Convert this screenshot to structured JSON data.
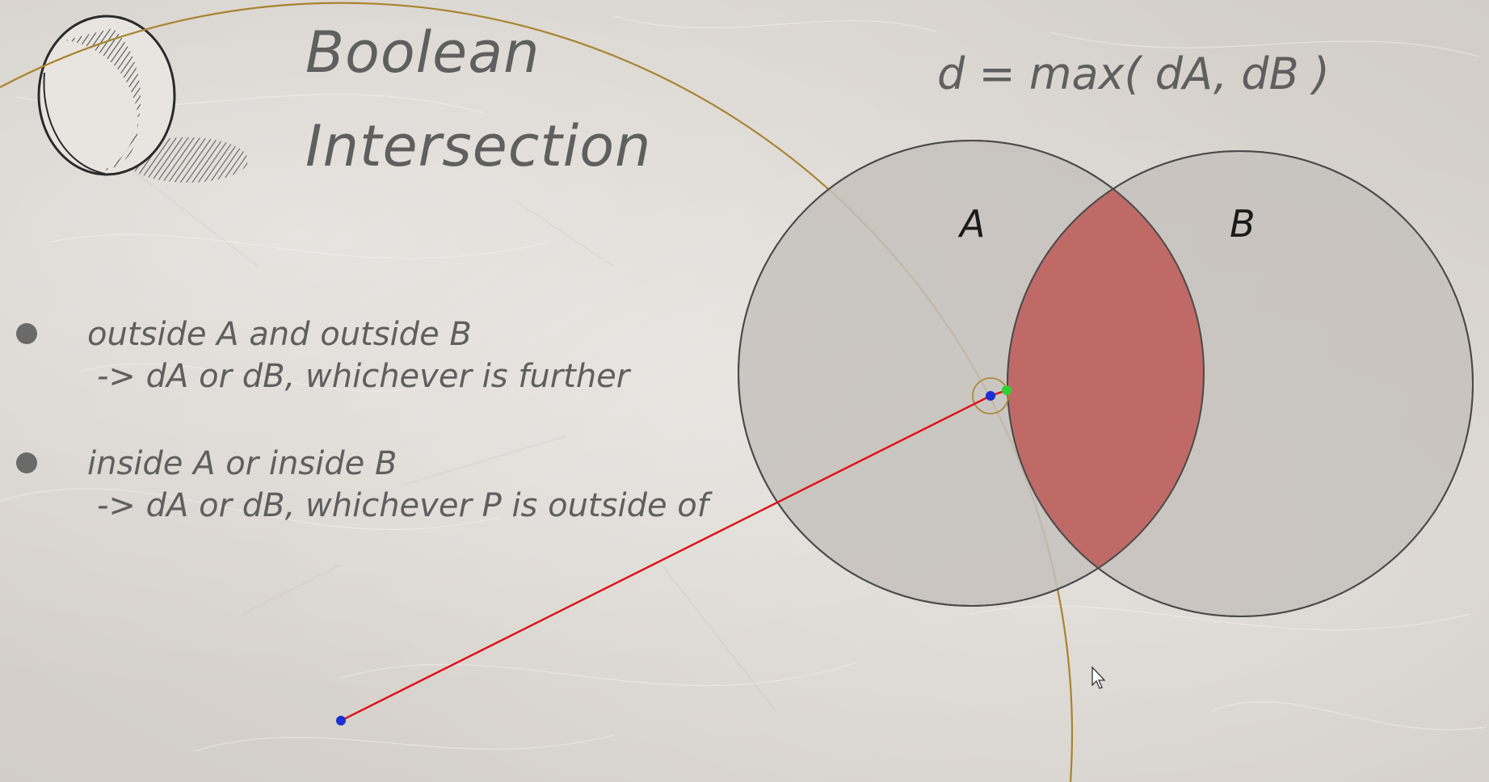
{
  "title": {
    "line1": "Boolean",
    "line2": "Intersection"
  },
  "formula": "d = max( dA, dB )",
  "bullets": [
    {
      "line1": "outside A and outside B",
      "line2": "-> dA or dB, whichever is further"
    },
    {
      "line1": "inside A or inside B",
      "line2": "-> dA or dB, whichever P is outside of"
    }
  ],
  "diagram": {
    "circle_a_label": "A",
    "circle_b_label": "B",
    "colors": {
      "circle_fill": "#c5c1bc",
      "circle_stroke": "#4a4a4a",
      "intersection_fill": "#c06a68",
      "distance_arc": "#a8842e",
      "distance_line": "#e0101a",
      "point_blue": "#1c2fd0",
      "point_green": "#2fd02f"
    }
  },
  "cursor_icon": "mouse-pointer-icon",
  "logo_icon": "pencil-sphere-icon"
}
